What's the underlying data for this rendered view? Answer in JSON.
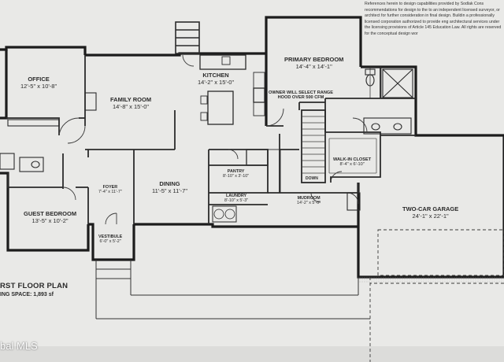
{
  "disclaimer": "References herein to design capabilities provided by Sodlak Cons recommendations for design to the to an independent licensed surveyor, or architect for further consideration in final design. Buildin a professionally licensed corporation authorized to provide eng architectural services under the licensing provisions of Article 145 Education Law. All rights are reserved for the conceptual design wor",
  "plan_title": "RST FLOOR PLAN",
  "living_space": "ING SPACE: 1,893 sf",
  "watermark": "bal MLS",
  "rooms": {
    "office": {
      "name": "OFFICE",
      "dim": "12'-5\" x 10'-8\""
    },
    "family_room": {
      "name": "FAMILY ROOM",
      "dim": "14'-8\" x 15'-0\""
    },
    "kitchen": {
      "name": "KITCHEN",
      "dim": "14'-2\" x 15'-0\""
    },
    "primary_bedroom": {
      "name": "PRIMARY BEDROOM",
      "dim": "14'-4\" x 14'-1\""
    },
    "range_note": {
      "line1": "OWNER WILL SELECT RANGE",
      "line2": "HOOD OVER 500 CFM"
    },
    "pantry": {
      "name": "PANTRY",
      "dim": "8'-10\" x 3'-10\""
    },
    "laundry": {
      "name": "LAUNDRY",
      "dim": "8'-10\" x 5'-3\""
    },
    "walk_in_closet": {
      "name": "WALK-IN CLOSET",
      "dim": "8'-4\" x 6'-10\""
    },
    "mudroom": {
      "name": "MUDROOM",
      "dim": "14'-2\" x 5'-0\""
    },
    "foyer": {
      "name": "FOYER",
      "dim": "7'-4\" x 11'-7\""
    },
    "dining": {
      "name": "DINING",
      "dim": "11'-5\" x 11'-7\""
    },
    "guest_bedroom": {
      "name": "GUEST BEDROOM",
      "dim": "13'-5\" x 10'-2\""
    },
    "vestibule": {
      "name": "VESTIBULE",
      "dim": "6'-0\" x 5'-2\""
    },
    "garage": {
      "name": "TWO-CAR GARAGE",
      "dim": "24'-1\" x 22'-1\""
    },
    "stair": {
      "name": "DOWN"
    }
  },
  "colors": {
    "paper": "#e9e9e7",
    "wall": "#1c1c1c",
    "line": "#3a3a3a",
    "hatch": "#555555"
  }
}
